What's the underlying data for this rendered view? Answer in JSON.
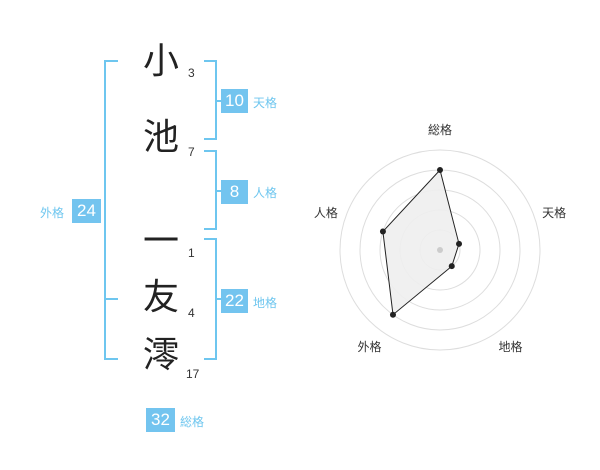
{
  "name_chars": [
    {
      "char": "小",
      "strokes": "3"
    },
    {
      "char": "池",
      "strokes": "7"
    },
    {
      "char": "一",
      "strokes": "1"
    },
    {
      "char": "友",
      "strokes": "4"
    },
    {
      "char": "澪",
      "strokes": "17"
    }
  ],
  "fortunes": {
    "tenkaku": {
      "value": "10",
      "label": "天格"
    },
    "jinkaku": {
      "value": "8",
      "label": "人格"
    },
    "chikaku": {
      "value": "22",
      "label": "地格"
    },
    "gaikaku": {
      "value": "24",
      "label": "外格"
    },
    "soukaku": {
      "value": "32",
      "label": "総格"
    }
  },
  "colors": {
    "accent": "#73c4ef",
    "grid": "#dddddd",
    "fill": "#eeeeee"
  },
  "chart_data": {
    "type": "radar",
    "axes": [
      "総格",
      "天格",
      "地格",
      "外格",
      "人格"
    ],
    "values": [
      4,
      1,
      1,
      4,
      3
    ],
    "max": 5,
    "rings": 5
  }
}
